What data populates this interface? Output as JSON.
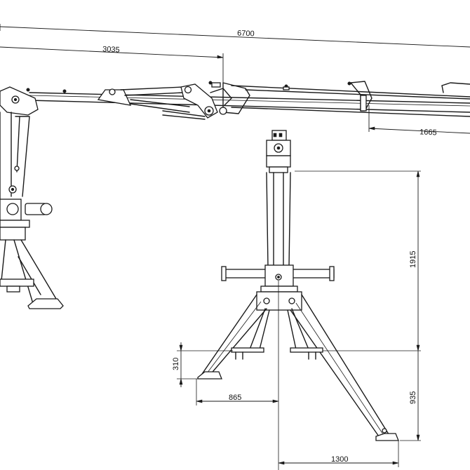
{
  "diagram": {
    "dimensions": {
      "overall_reach": "6700",
      "inner_boom": "3035",
      "extension": "1665",
      "mast_height": "1915",
      "foot_offset": "310",
      "base_half_width": "865",
      "leg_depth": "935",
      "base_spread": "1300"
    }
  }
}
